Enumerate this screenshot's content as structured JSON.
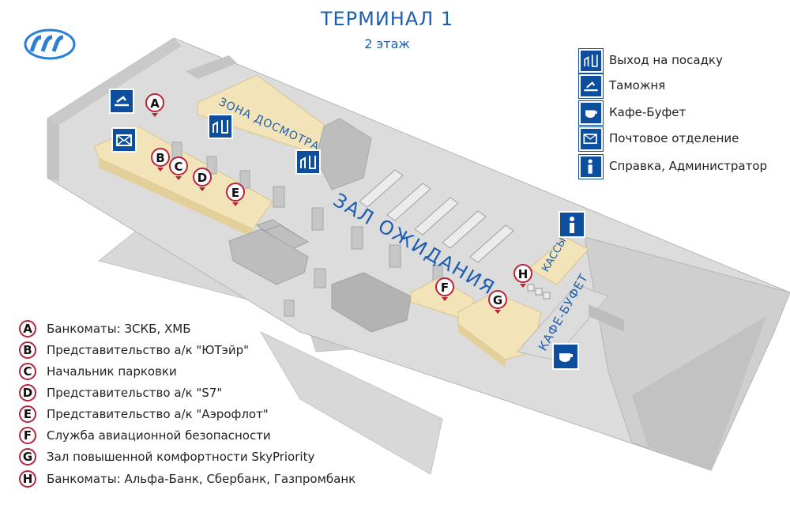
{
  "header": {
    "title": "ТЕРМИНАЛ 1",
    "subtitle": "2 этаж"
  },
  "colors": {
    "accent": "#1d5fae",
    "icon_bg": "#0d4f9e",
    "marker_border": "#b8243a",
    "floor": "#dcdcdc",
    "wall": "#bdbdbd",
    "zone": "#f3e3b8"
  },
  "legend": [
    {
      "icon": "boarding-exit-icon",
      "label": "Выход на посадку"
    },
    {
      "icon": "customs-icon",
      "label": "Таможня"
    },
    {
      "icon": "cafe-icon",
      "label": "Кафе-Буфет"
    },
    {
      "icon": "post-office-icon",
      "label": "Почтовое отделение"
    },
    {
      "icon": "info-icon",
      "label": "Справка, Администратор"
    }
  ],
  "map_labels": {
    "security": "ЗОНА ДОСМОТРА",
    "waiting": "ЗАЛ ОЖИДАНИЯ",
    "cashier": "КАССЫ",
    "cafe": "КАФЕ-БУФЕТ"
  },
  "markers": {
    "a": "A",
    "b": "B",
    "c": "C",
    "d": "D",
    "e": "E",
    "f": "F",
    "g": "G",
    "h": "H"
  },
  "keys": [
    {
      "letter": "A",
      "text": "Банкоматы: ЗСКБ, ХМБ"
    },
    {
      "letter": "B",
      "text": "Представительство а/к \"ЮТэйр\""
    },
    {
      "letter": "C",
      "text": "Начальник парковки"
    },
    {
      "letter": "D",
      "text": "Представительство а/к \"S7\""
    },
    {
      "letter": "E",
      "text": "Представительство а/к \"Аэрофлот\""
    },
    {
      "letter": "F",
      "text": "Служба авиационной безопасности"
    },
    {
      "letter": "G",
      "text": "Зал повышенной комфортности SkyPriority"
    },
    {
      "letter": "H",
      "text": "Банкоматы: Альфа-Банк, Сбербанк, Газпромбанк"
    }
  ]
}
